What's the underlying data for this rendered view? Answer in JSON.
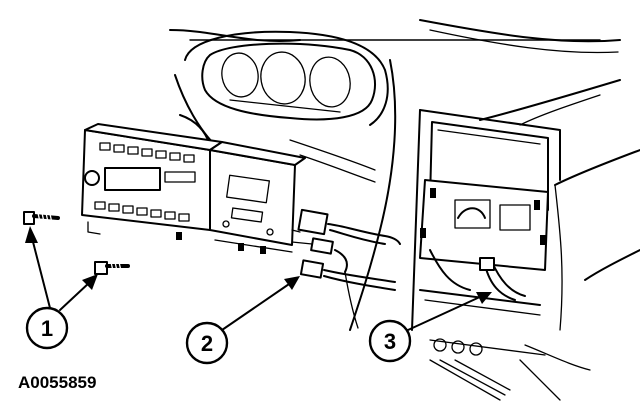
{
  "figure": {
    "id": "A0055859"
  },
  "callouts": [
    {
      "number": "1"
    },
    {
      "number": "2"
    },
    {
      "number": "3"
    }
  ]
}
